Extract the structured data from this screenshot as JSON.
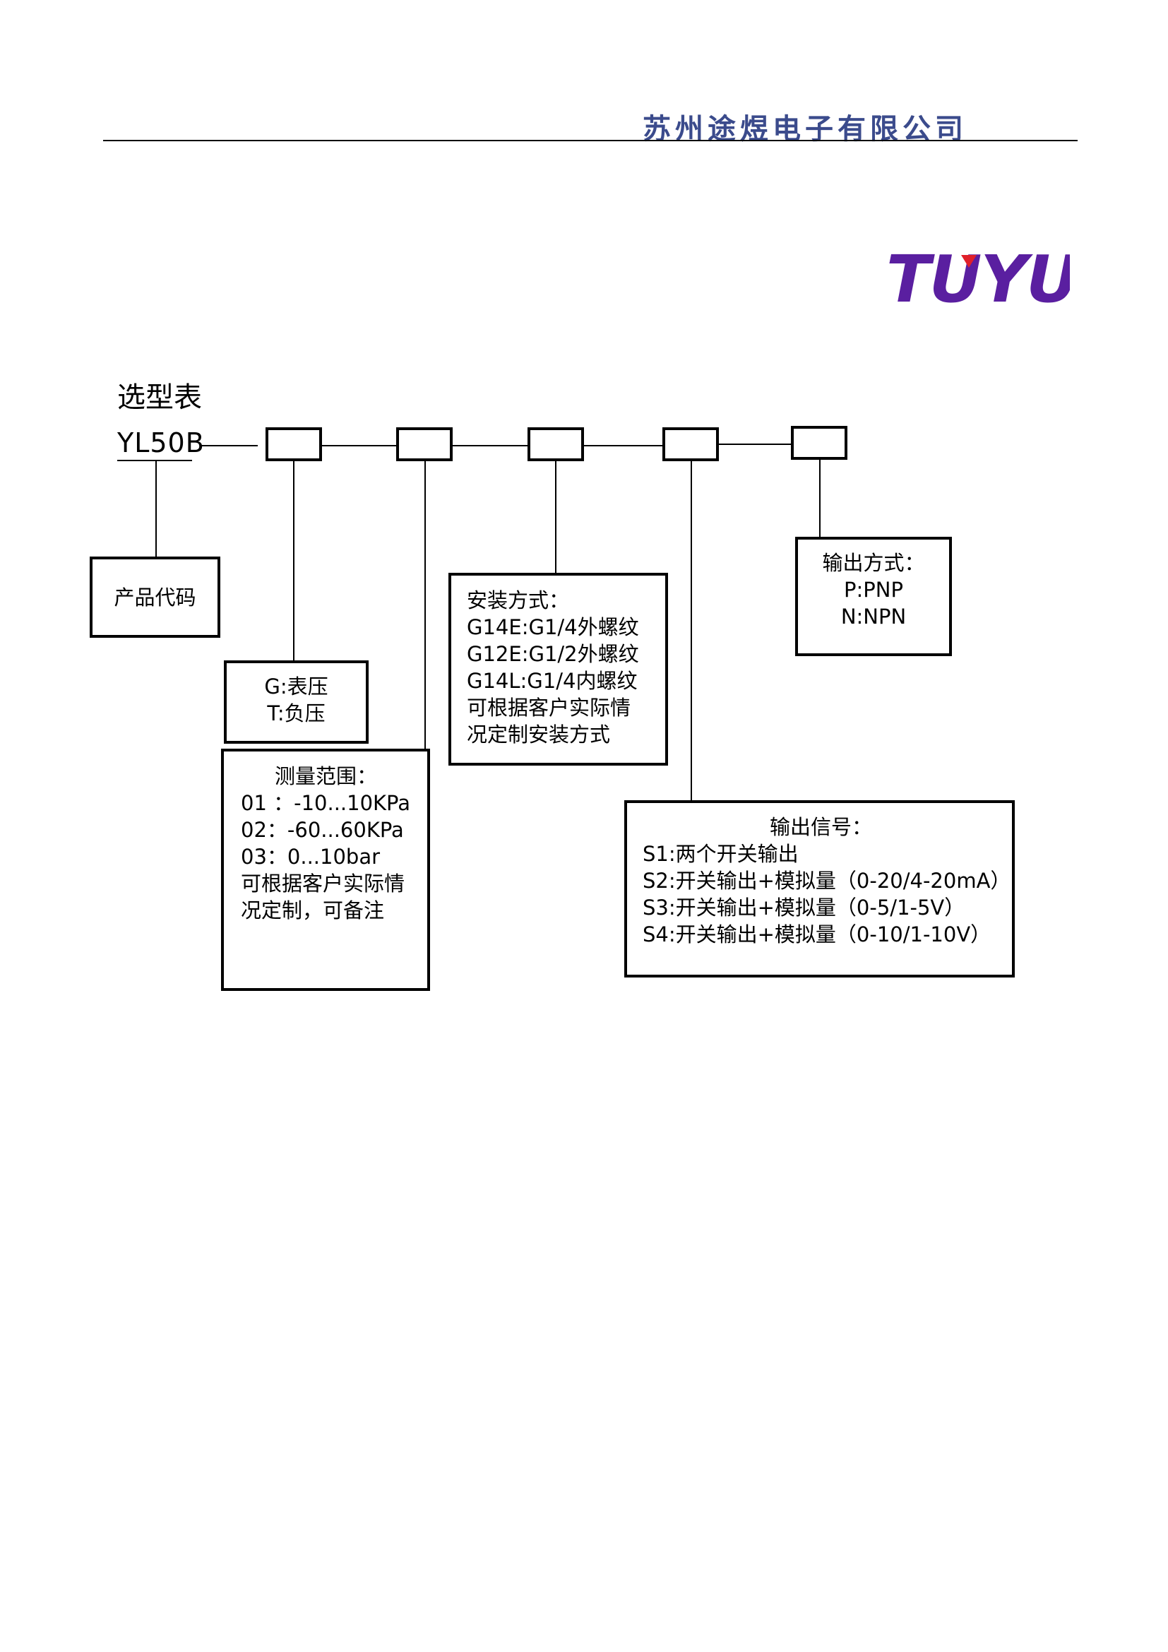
{
  "header": {
    "company": "苏州途煜电子有限公司"
  },
  "logo": {
    "text": "TUYU",
    "color": "#5a1fa0",
    "accent": "#e0202a"
  },
  "section_title": "选型表",
  "model_code": "YL50B",
  "boxes": {
    "product_code": {
      "label": "产品代码"
    },
    "pressure_type": {
      "lines": [
        "G:表压",
        "T:负压"
      ]
    },
    "range": {
      "title": "测量范围：",
      "lines": [
        "01 ：-10...10KPa",
        "02：-60...60KPa",
        "03：0...10bar",
        "可根据客户实际情",
        "况定制，可备注"
      ]
    },
    "mounting": {
      "title": "安装方式：",
      "lines": [
        "G14E:G1/4外螺纹",
        "G12E:G1/2外螺纹",
        "G14L:G1/4内螺纹",
        "可根据客户实际情",
        "况定制安装方式"
      ]
    },
    "signal": {
      "title": "输出信号：",
      "lines": [
        "S1:两个开关输出",
        "S2:开关输出+模拟量（0-20/4-20mA）",
        "S3:开关输出+模拟量（0-5/1-5V）",
        "S4:开关输出+模拟量（0-10/1-10V）"
      ]
    },
    "output_mode": {
      "title": "输出方式：",
      "lines": [
        "P:PNP",
        "N:NPN"
      ]
    }
  }
}
